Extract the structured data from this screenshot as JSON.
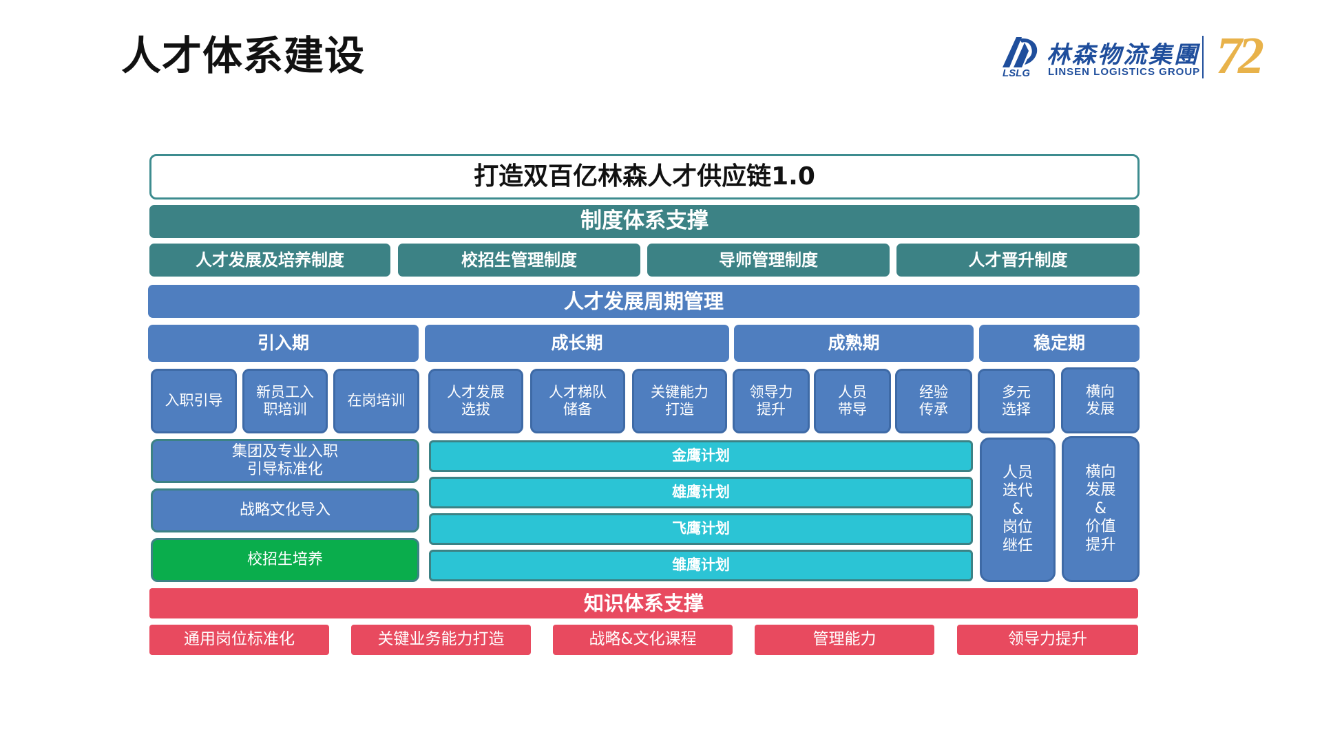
{
  "title": "人才体系建设",
  "logo": {
    "abbr": "LSLG",
    "chinese": "林森物流集團",
    "english": "LINSEN LOGISTICS GROUP",
    "number": "72"
  },
  "headline": "打造双百亿林森人才供应链1.0",
  "system_support": {
    "header": "制度体系支撑",
    "items": [
      "人才发展及培养制度",
      "校招生管理制度",
      "导师管理制度",
      "人才晋升制度"
    ]
  },
  "cycle": {
    "header": "人才发展周期管理",
    "phases": [
      "引入期",
      "成长期",
      "成熟期",
      "稳定期"
    ],
    "intro_items": [
      "入职引导",
      "新员工入\n职培训",
      "在岗培训"
    ],
    "growth_items": [
      "人才发展\n选拔",
      "人才梯队\n储备",
      "关键能力\n打造"
    ],
    "mature_items": [
      "领导力\n提升",
      "人员\n带导",
      "经验\n传承"
    ],
    "stable_items": [
      "多元\n选择",
      "横向\n发展"
    ],
    "intro_programs": [
      "集团及专业入职\n引导标准化",
      "战略文化导入",
      "校招生培养"
    ],
    "plans": [
      "金鹰计划",
      "雄鹰计划",
      "飞鹰计划",
      "雏鹰计划"
    ],
    "stable_outcomes": [
      "人员\n迭代\n&\n岗位\n继任",
      "横向\n发展\n&\n价值\n提升"
    ]
  },
  "knowledge_support": {
    "header": "知识体系支撑",
    "items": [
      "通用岗位标准化",
      "关键业务能力打造",
      "战略&文化课程",
      "管理能力",
      "领导力提升"
    ]
  },
  "colors": {
    "teal": "#3c8285",
    "blue": "#4f7ebf",
    "cyan": "#2bc4d5",
    "green": "#0aad4c",
    "red": "#e84a5f",
    "logo_blue": "#1f4e9c",
    "logo_gold": "#e8b24a"
  }
}
